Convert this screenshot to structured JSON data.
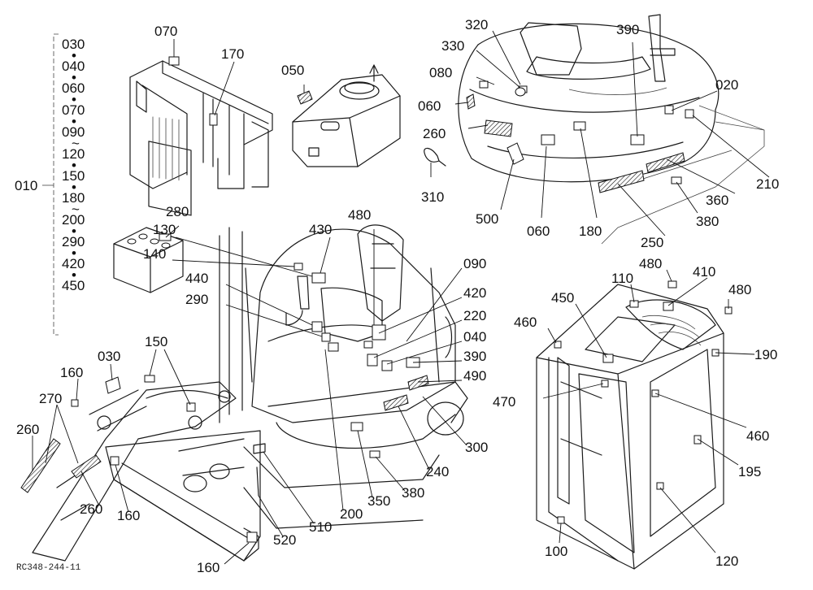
{
  "figure_code": "RC348-244-11",
  "colors": {
    "ink": "#111111",
    "paper": "#ffffff"
  },
  "group": {
    "name": "010",
    "items": [
      "030",
      "040",
      "060",
      "070",
      "090",
      "120",
      "150",
      "180",
      "200",
      "290",
      "420",
      "450"
    ],
    "separators": [
      "•",
      "•",
      "•",
      "•",
      "~",
      "•",
      "•",
      "~",
      "•",
      "•",
      "•"
    ]
  },
  "callouts": [
    {
      "id": "c070a",
      "label": "070"
    },
    {
      "id": "c170",
      "label": "170"
    },
    {
      "id": "c050",
      "label": "050"
    },
    {
      "id": "c320",
      "label": "320"
    },
    {
      "id": "c330",
      "label": "330"
    },
    {
      "id": "c080",
      "label": "080"
    },
    {
      "id": "c060a",
      "label": "060"
    },
    {
      "id": "c260a",
      "label": "260"
    },
    {
      "id": "c310",
      "label": "310"
    },
    {
      "id": "c500",
      "label": "500"
    },
    {
      "id": "c060b",
      "label": "060"
    },
    {
      "id": "c180",
      "label": "180"
    },
    {
      "id": "c390a",
      "label": "390"
    },
    {
      "id": "c020",
      "label": "020"
    },
    {
      "id": "c210",
      "label": "210"
    },
    {
      "id": "c360",
      "label": "360"
    },
    {
      "id": "c380a",
      "label": "380"
    },
    {
      "id": "c250",
      "label": "250"
    },
    {
      "id": "c280",
      "label": "280"
    },
    {
      "id": "c130",
      "label": "130"
    },
    {
      "id": "c430",
      "label": "430"
    },
    {
      "id": "c480a",
      "label": "480"
    },
    {
      "id": "c140",
      "label": "140"
    },
    {
      "id": "c440",
      "label": "440"
    },
    {
      "id": "c290",
      "label": "290"
    },
    {
      "id": "c090",
      "label": "090"
    },
    {
      "id": "c420",
      "label": "420"
    },
    {
      "id": "c220",
      "label": "220"
    },
    {
      "id": "c040",
      "label": "040"
    },
    {
      "id": "c390b",
      "label": "390"
    },
    {
      "id": "c490",
      "label": "490"
    },
    {
      "id": "c300",
      "label": "300"
    },
    {
      "id": "c240",
      "label": "240"
    },
    {
      "id": "c380b",
      "label": "380"
    },
    {
      "id": "c350",
      "label": "350"
    },
    {
      "id": "c200",
      "label": "200"
    },
    {
      "id": "c510",
      "label": "510"
    },
    {
      "id": "c520",
      "label": "520"
    },
    {
      "id": "c030",
      "label": "030"
    },
    {
      "id": "c150",
      "label": "150"
    },
    {
      "id": "c160a",
      "label": "160"
    },
    {
      "id": "c270",
      "label": "270"
    },
    {
      "id": "c260b",
      "label": "260"
    },
    {
      "id": "c260c",
      "label": "260"
    },
    {
      "id": "c160b",
      "label": "160"
    },
    {
      "id": "c160c",
      "label": "160"
    },
    {
      "id": "c480b",
      "label": "480"
    },
    {
      "id": "c110",
      "label": "110"
    },
    {
      "id": "c410",
      "label": "410"
    },
    {
      "id": "c480c",
      "label": "480"
    },
    {
      "id": "c450",
      "label": "450"
    },
    {
      "id": "c460a",
      "label": "460"
    },
    {
      "id": "c190",
      "label": "190"
    },
    {
      "id": "c470",
      "label": "470"
    },
    {
      "id": "c460b",
      "label": "460"
    },
    {
      "id": "c195",
      "label": "195"
    },
    {
      "id": "c100",
      "label": "100"
    },
    {
      "id": "c120",
      "label": "120"
    }
  ]
}
